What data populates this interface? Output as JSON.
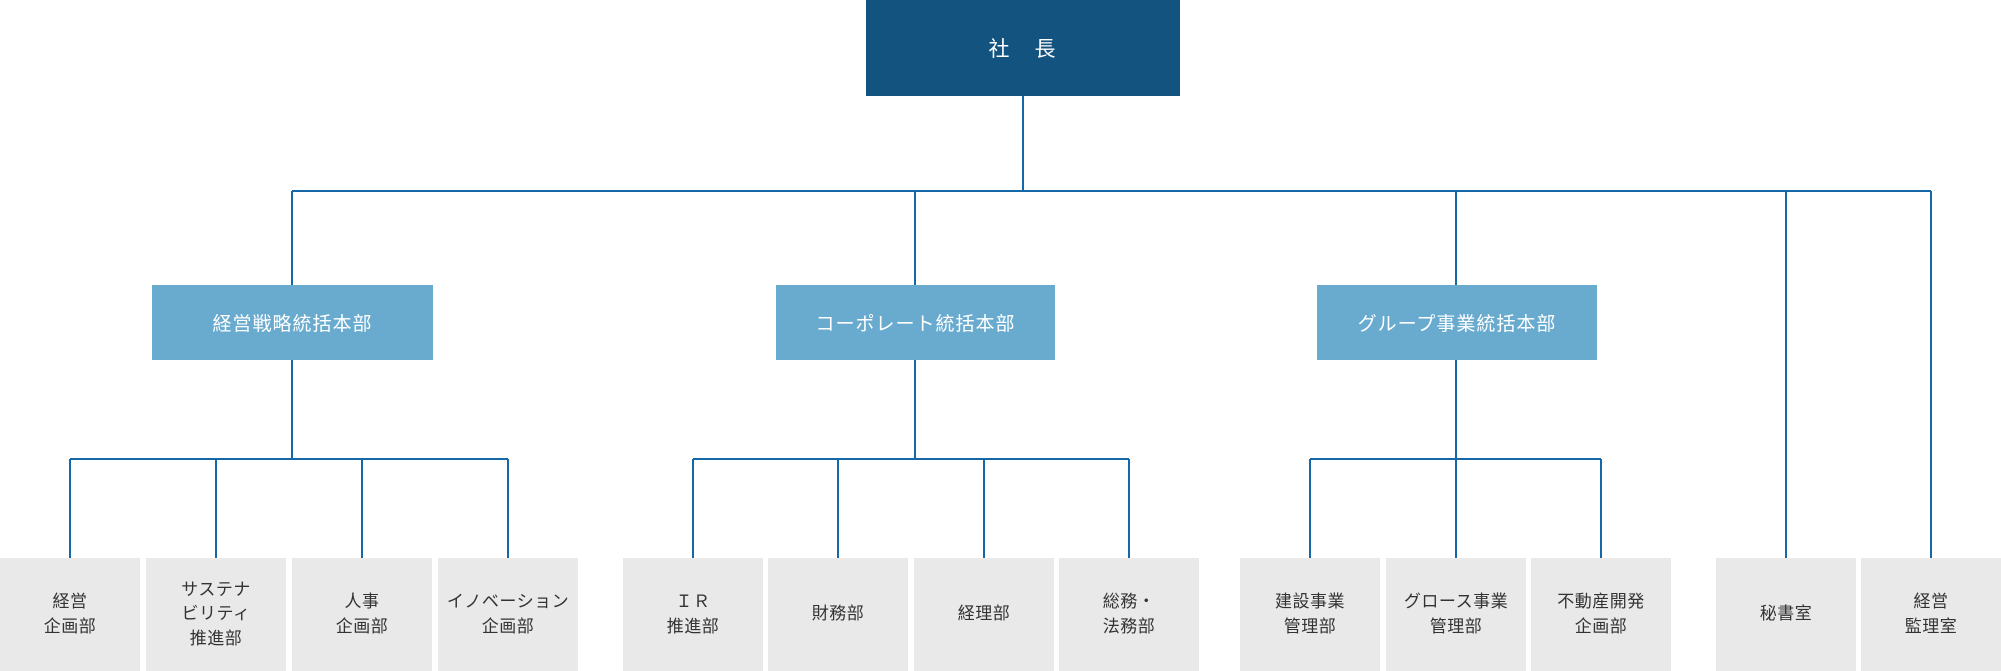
{
  "org": {
    "root": {
      "label": "社　長"
    },
    "divisions": [
      {
        "label": "経営戦略統括本部",
        "departments": [
          "経営\n企画部",
          "サステナ\nビリティ\n推進部",
          "人事\n企画部",
          "イノベーション\n企画部"
        ]
      },
      {
        "label": "コーポレート統括本部",
        "departments": [
          "ＩＲ\n推進部",
          "財務部",
          "経理部",
          "総務・\n法務部"
        ]
      },
      {
        "label": "グループ事業統括本部",
        "departments": [
          "建設事業\n管理部",
          "グロース事業\n管理部",
          "不動産開発\n企画部"
        ]
      }
    ],
    "direct_offices": [
      "秘書室",
      "経営\n監理室"
    ]
  },
  "colors": {
    "president_box": "#135380",
    "division_box": "#69aacf",
    "department_box": "#e9e9e9",
    "connector_line": "#1568a8",
    "text_on_blue": "#ffffff",
    "text_on_gray": "#333333",
    "background": "#ffffff"
  }
}
